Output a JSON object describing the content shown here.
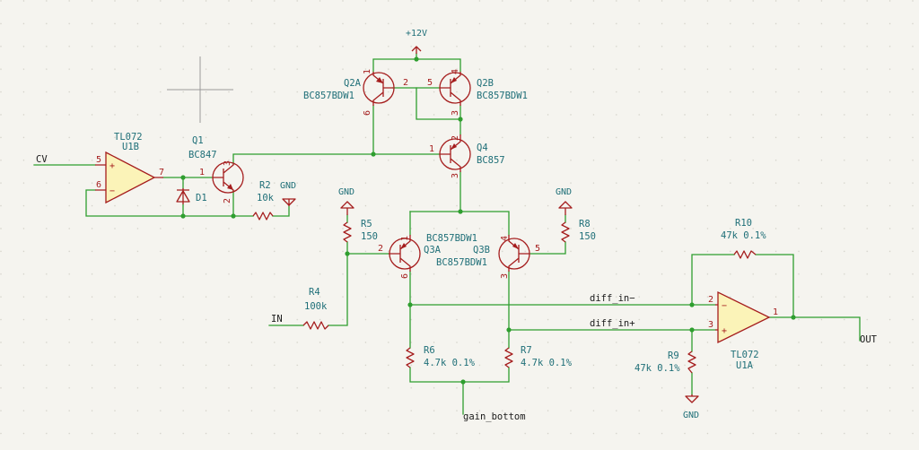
{
  "nets": {
    "cv": "CV",
    "in": "IN",
    "out": "OUT",
    "diff_in_minus": "diff_in−",
    "diff_in_plus": "diff_in+",
    "gain_bottom": "gain_bottom",
    "vcc": "+12V",
    "gnd": "GND"
  },
  "components": {
    "u1b": {
      "ref": "U1B",
      "value": "TL072"
    },
    "u1a": {
      "ref": "U1A",
      "value": "TL072"
    },
    "q1": {
      "ref": "Q1",
      "value": "BC847"
    },
    "q2a": {
      "ref": "Q2A",
      "value": "BC857BDW1"
    },
    "q2b": {
      "ref": "Q2B",
      "value": "BC857BDW1"
    },
    "q3a": {
      "ref": "Q3A",
      "value": "BC857BDW1"
    },
    "q3b": {
      "ref": "Q3B",
      "value": "BC857BDW1"
    },
    "q4": {
      "ref": "Q4",
      "value": "BC857"
    },
    "d1": {
      "ref": "D1"
    },
    "r2": {
      "ref": "R2",
      "value": "10k"
    },
    "r4": {
      "ref": "R4",
      "value": "100k"
    },
    "r5": {
      "ref": "R5",
      "value": "150"
    },
    "r6": {
      "ref": "R6",
      "value": "4.7k 0.1%"
    },
    "r7": {
      "ref": "R7",
      "value": "4.7k 0.1%"
    },
    "r8": {
      "ref": "R8",
      "value": "150"
    },
    "r9": {
      "ref": "R9",
      "value": "47k 0.1%"
    },
    "r10": {
      "ref": "R10",
      "value": "47k 0.1%"
    }
  },
  "pins": {
    "u1b": {
      "plus": "5",
      "minus": "6",
      "out": "7"
    },
    "u1a": {
      "minus": "2",
      "plus": "3",
      "out": "1"
    },
    "q1": {
      "b": "1",
      "c": "3",
      "e": "2"
    },
    "q2a": {
      "e": "1",
      "b": "2",
      "c": "6"
    },
    "q2b": {
      "b": "5",
      "e": "4",
      "c": "3"
    },
    "q4": {
      "b": "1",
      "e": "2",
      "c": "3"
    },
    "q3a": {
      "b": "2",
      "e": "1",
      "c": "6"
    },
    "q3b": {
      "e": "4",
      "b": "5",
      "c": "3"
    }
  },
  "symbols": {
    "op_plus": "+",
    "op_minus": "−"
  },
  "colors": {
    "wire": "#2f9e2f",
    "component": "#a51d1d",
    "component_fill": "#fbf3b8",
    "reference": "#1f6f78",
    "background": "#f5f4ef"
  }
}
